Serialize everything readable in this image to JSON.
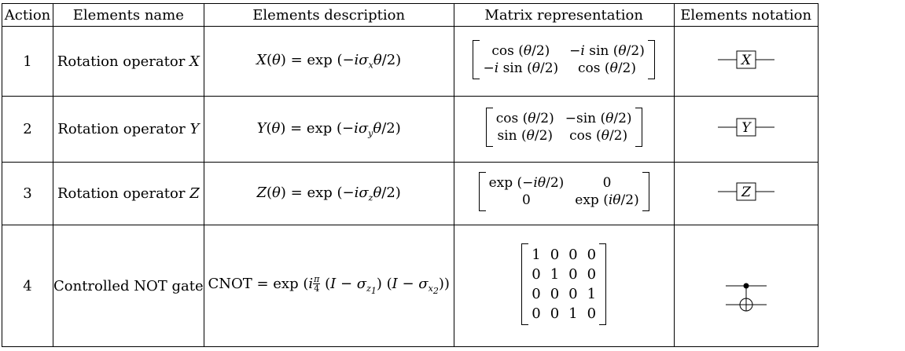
{
  "headers": [
    "Action",
    "Elements name",
    "Elements description",
    "Matrix representation",
    "Elements notation"
  ],
  "rows": [
    {
      "action": "1",
      "name": "Rotation operator X",
      "description": "X(θ) = exp(−iσ_x θ/2)",
      "matrix": [
        "cos(θ/2)",
        "−i sin(θ/2)",
        "−i sin(θ/2)",
        "cos(θ/2)"
      ],
      "notation": "X"
    },
    {
      "action": "2",
      "name": "Rotation operator Y",
      "description": "Y(θ) = exp(−iσ_y θ/2)",
      "matrix": [
        "cos(θ/2)",
        "−sin(θ/2)",
        "sin(θ/2)",
        "cos(θ/2)"
      ],
      "notation": "Y"
    },
    {
      "action": "3",
      "name": "Rotation operator Z",
      "description": "Z(θ) = exp(−iσ_z θ/2)",
      "matrix": [
        "exp(−iθ/2)",
        "0",
        "0",
        "exp(iθ/2)"
      ],
      "notation": "Z"
    },
    {
      "action": "4",
      "name": "Controlled NOT gate",
      "description": "CNOT = exp(i π/4 (I − σ_z1)(I − σ_x2))",
      "matrix": [
        "1",
        "0",
        "0",
        "0",
        "0",
        "1",
        "0",
        "0",
        "0",
        "0",
        "0",
        "1",
        "0",
        "0",
        "1",
        "0"
      ],
      "notation": "CNOT"
    }
  ]
}
